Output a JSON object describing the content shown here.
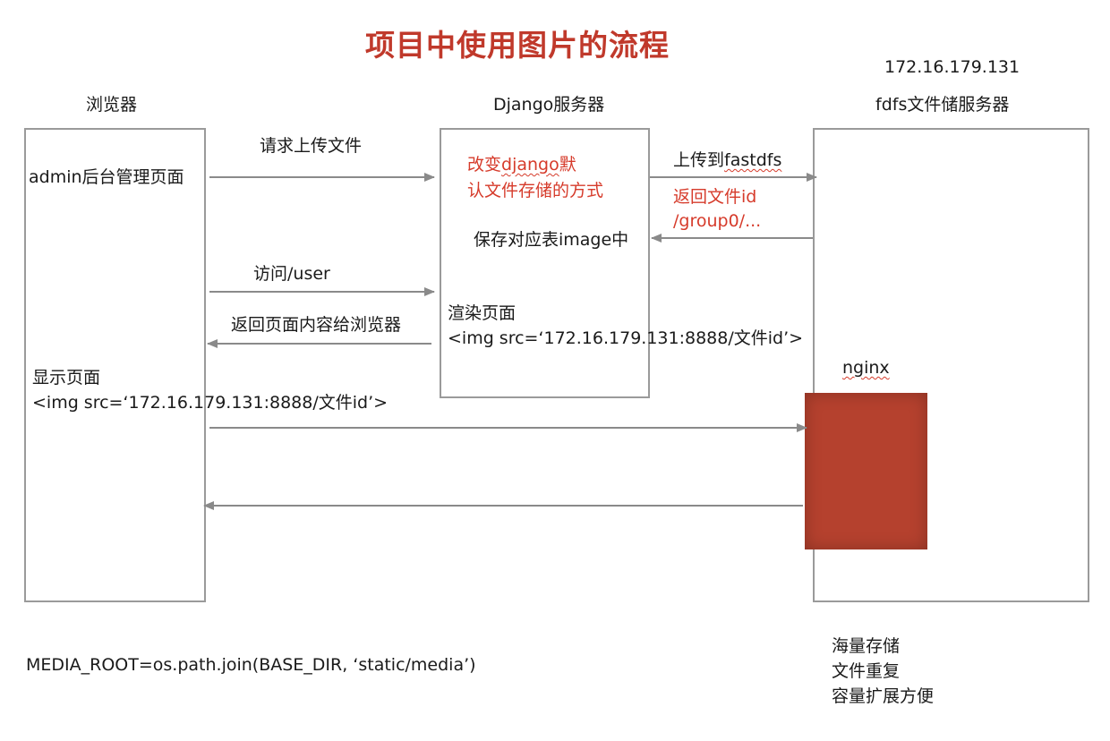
{
  "title": "项目中使用图片的流程",
  "colors": {
    "title": "#c0392b",
    "annotation": "#d63b2b",
    "arrow": "#8a8a8a",
    "nginx_block": "#b5412e"
  },
  "columns": {
    "browser": {
      "label": "浏览器"
    },
    "django": {
      "label": "Django服务器"
    },
    "fdfs": {
      "label": "fdfs文件储服务器",
      "ip": "172.16.179.131"
    }
  },
  "browser_box": {
    "admin": "admin后台管理页面",
    "display_line1": "显示页面",
    "display_line2": "<img src=‘172.16.179.131:8888/文件id’>"
  },
  "django_box": {
    "change_line1_prefix": "改变",
    "change_line1_word": "django",
    "change_line1_suffix": "默",
    "change_line2": "认文件存储的方式",
    "save_mapping": "保存对应表image中",
    "render_line1": "渲染页面",
    "render_line2": "<img src=‘172.16.179.131:8888/文件id’>"
  },
  "arrows": {
    "request_upload": "请求上传文件",
    "upload_prefix": "上传到",
    "upload_word": "fastdfs",
    "return_id_line1": "返回文件id",
    "return_id_line2": "/group0/...",
    "visit_user": "访问/user",
    "return_page": "返回页面内容给浏览器"
  },
  "nginx_label": "nginx",
  "media_root": "MEDIA_ROOT=os.path.join(BASE_DIR, ‘static/media’)",
  "features": [
    "海量存储",
    "文件重复",
    "容量扩展方便"
  ]
}
